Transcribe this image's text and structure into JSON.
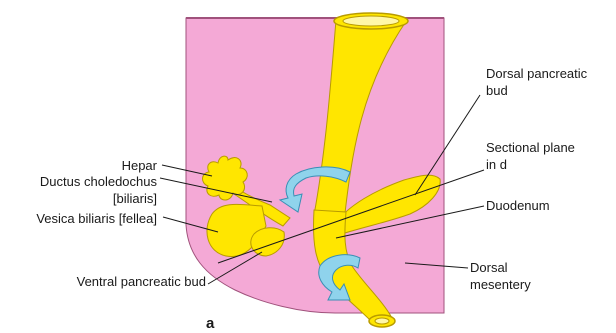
{
  "labels": {
    "hepar": "Hepar",
    "ductus_line1": "Ductus choledochus",
    "ductus_line2": "[biliaris]",
    "vesica": "Vesica biliaris [fellea]",
    "ventral": "Ventral pancreatic bud",
    "dorsal_bud_line1": "Dorsal pancreatic",
    "dorsal_bud_line2": "bud",
    "plane_line1": "Sectional plane",
    "plane_line2": "in d",
    "duodenum": "Duodenum",
    "mesentery_line1": "Dorsal",
    "mesentery_line2": "mesentery",
    "panel_letter": "a"
  },
  "colors": {
    "mesentery": "#f4a9d6",
    "mesentery_edge": "#a0527c",
    "organ": "#ffe600",
    "organ_edge": "#b89b00",
    "arrow": "#8fd3ec",
    "arrow_edge": "#3a8fb5"
  }
}
